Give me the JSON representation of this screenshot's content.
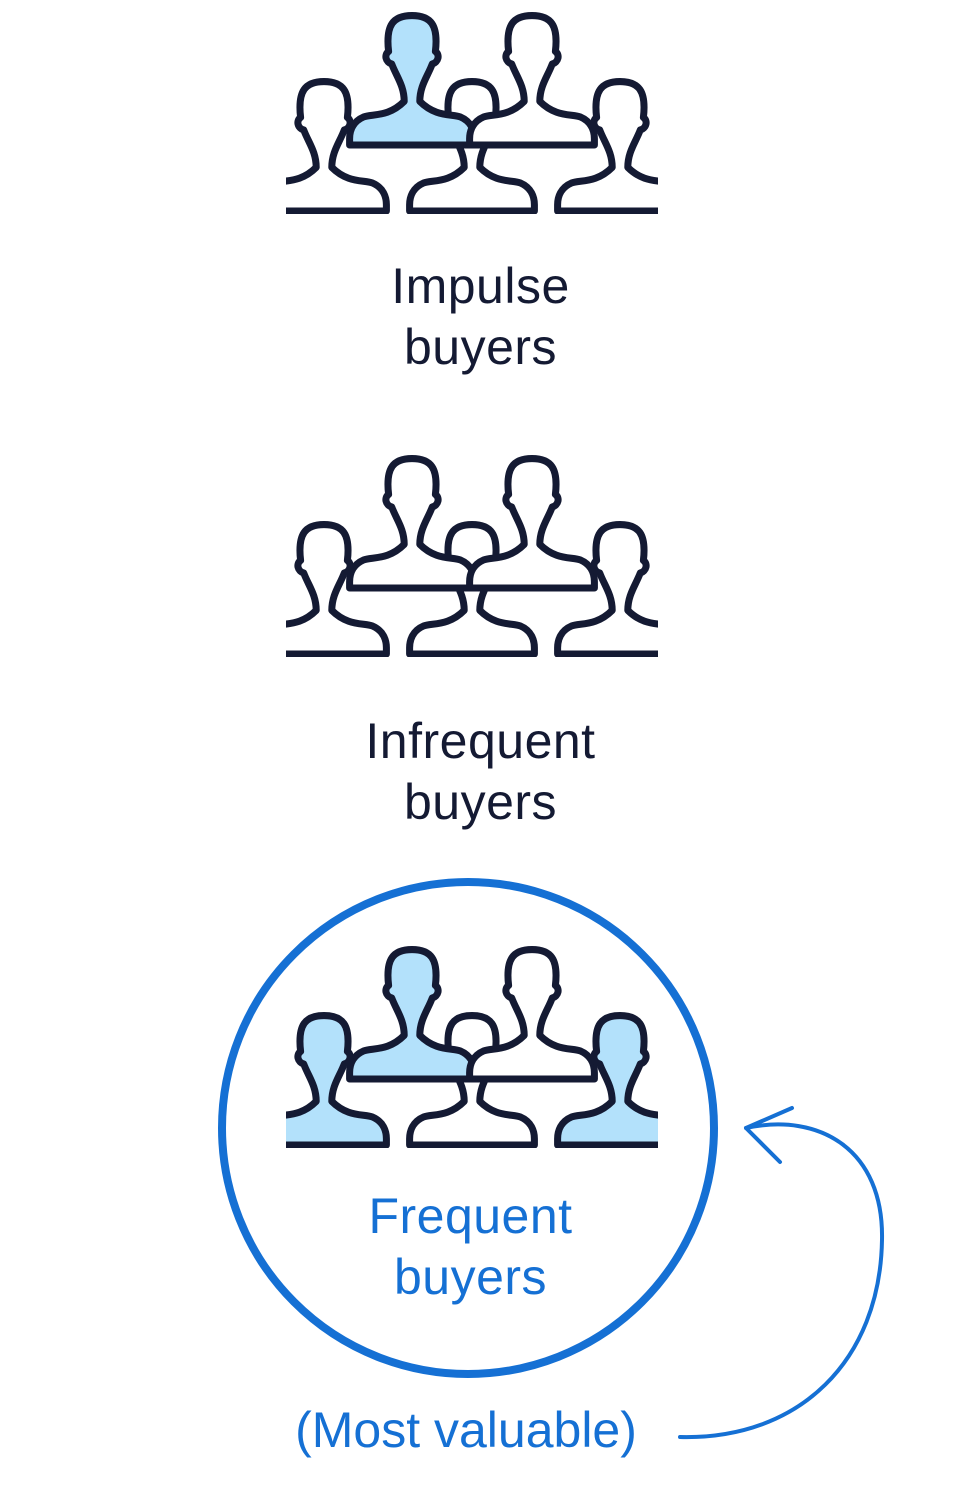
{
  "colors": {
    "outline": "#141a33",
    "fill_highlight": "#b3e1fb",
    "accent": "#1570d4",
    "background": "#ffffff"
  },
  "segments": [
    {
      "line1": "Impulse",
      "line2": "buyers",
      "icon": "people-group-icon",
      "highlighted_people": 1,
      "total_people": 5,
      "emphasized": false
    },
    {
      "line1": "Infrequent",
      "line2": "buyers",
      "icon": "people-group-icon",
      "highlighted_people": 0,
      "total_people": 5,
      "emphasized": false
    },
    {
      "line1": "Frequent",
      "line2": "buyers",
      "icon": "people-group-icon",
      "highlighted_people": 3,
      "total_people": 5,
      "emphasized": true
    }
  ],
  "callout": {
    "text": "(Most valuable)",
    "icon": "curved-arrow-icon"
  }
}
